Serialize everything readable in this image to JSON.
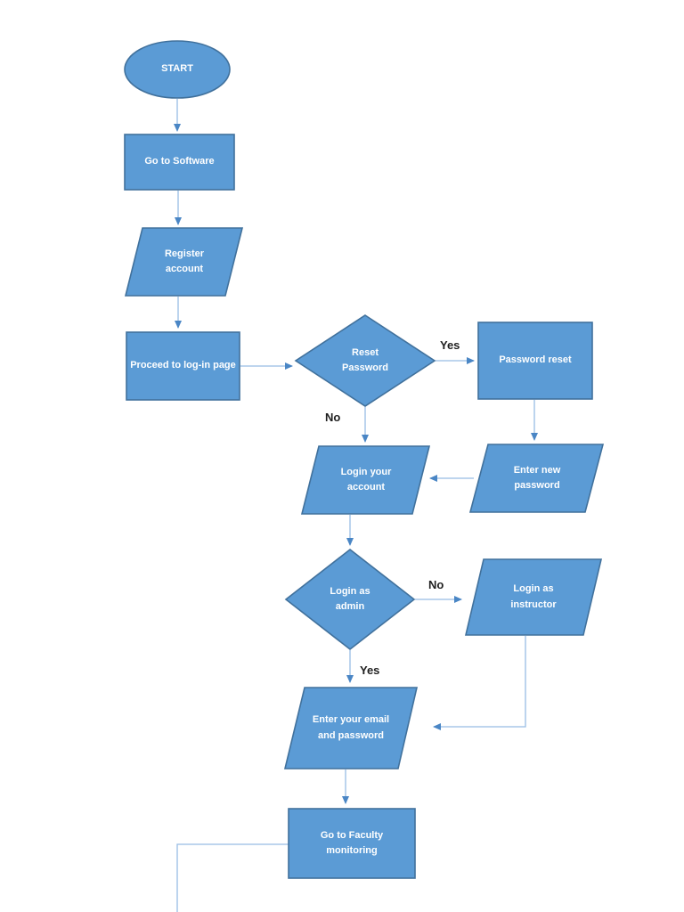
{
  "diagram": {
    "nodes": {
      "start": {
        "type": "terminator",
        "label": "START"
      },
      "go_to_software": {
        "type": "process",
        "label": "Go to Software"
      },
      "register_account": {
        "type": "input-output",
        "label": "Register account"
      },
      "proceed_login": {
        "type": "process",
        "label": "Proceed to log-in page"
      },
      "reset_password": {
        "type": "decision",
        "label": "Reset Password"
      },
      "password_reset": {
        "type": "process",
        "label": "Password reset"
      },
      "enter_new_password": {
        "type": "input-output",
        "label": "Enter new password"
      },
      "login_your_account": {
        "type": "input-output",
        "label": "Login your account"
      },
      "login_as_admin": {
        "type": "decision",
        "label": "Login as admin"
      },
      "login_as_instructor": {
        "type": "input-output",
        "label": "Login as instructor"
      },
      "enter_email_password": {
        "type": "input-output",
        "label": "Enter your email and password"
      },
      "faculty_monitoring": {
        "type": "process",
        "label": "Go to Faculty monitoring"
      }
    },
    "edge_labels": {
      "reset_yes": "Yes",
      "reset_no": "No",
      "admin_no": "No",
      "admin_yes": "Yes"
    },
    "colors": {
      "shape_fill": "#5b9bd5",
      "shape_border": "#41719c",
      "shape_text": "#ffffff",
      "connector": "#97bce4",
      "arrowhead": "#4a86c5",
      "edge_label_text": "#1f1f1f"
    }
  }
}
